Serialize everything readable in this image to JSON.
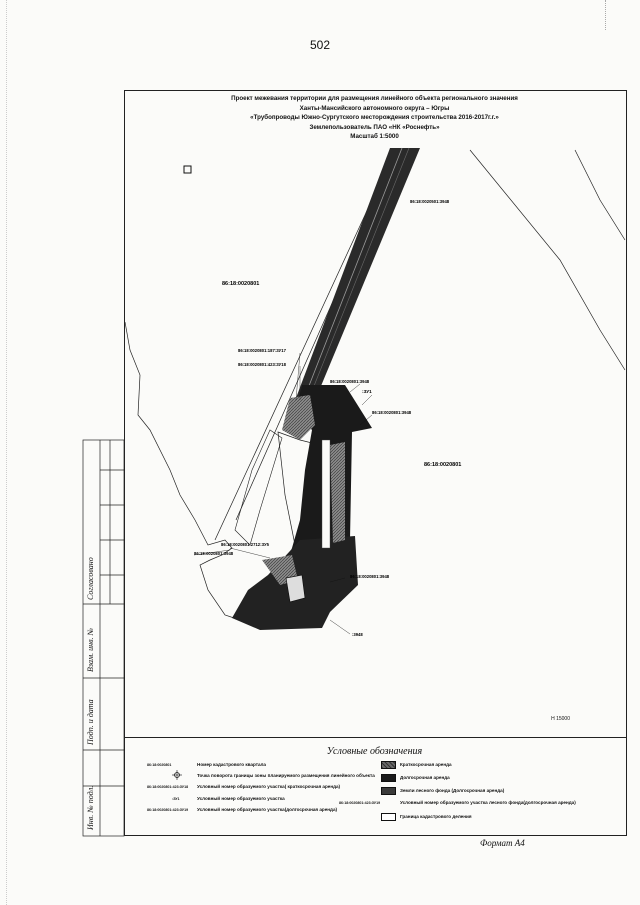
{
  "page": {
    "number": "502"
  },
  "header": {
    "lines": [
      "Проект межевания территории для размещения линейного объекта регионального значения",
      "Ханты-Мансийского автономного округа – Югры",
      "«Трубопроводы Южно-Сургутского месторождения строительства 2016-2017г.г.»",
      "Землепользователь ПАО «НК «Роснефть»",
      "Масштаб 1:5000"
    ]
  },
  "map": {
    "quarter_labels": [
      "86:18:0020801",
      "86:18:0020801"
    ],
    "parcel_labels": [
      "86:18:0020501:3948",
      "86:18:0020801:187:ЗУ17",
      "86:18:0020801:423:ЗУ18",
      "86:18:0020801:3948",
      ":ЗУ1",
      "86:18:0020801:3948",
      "86:18:0020801:2712:ЗУ5",
      "86:18:0020801:3948",
      "86:18:0020801:3948",
      ":3948"
    ],
    "sheet_number": "Н 15000"
  },
  "legend": {
    "title": "Условные обозначения",
    "left_items": [
      {
        "code": "86:18:0020801",
        "text": "Номер кадастрового квартала"
      },
      {
        "code": "",
        "text": "Точка поворота границы зоны планируемого размещения линейного объекта"
      },
      {
        "code": "86:18:0020801:423:ЗУ18",
        "text": "Условный номер образуемого участка( краткосрочная аренда)"
      },
      {
        "code": ":ЗУ1",
        "text": "Условный номер образуемого участка"
      },
      {
        "code": "86:18:0020801:423:ЗУ19",
        "text": "Условный номер образуемого участка(долгосрочная аренда)"
      }
    ],
    "right_items": [
      {
        "text": "Краткосрочная аренда",
        "fill": "#6a6a6a",
        "pattern": true
      },
      {
        "text": "Долгосрочная аренда",
        "fill": "#1a1a1a",
        "pattern": false
      },
      {
        "text": "Земли лесного фонда (Долгосрочная аренда)",
        "fill": "#3a3a3a",
        "pattern": false
      },
      {
        "text": "Условный номер образуемого участка лесного фонда(долгосрочная аренда)",
        "fill": "",
        "pattern": false,
        "code": "86:18:0020801:423:ЗУ19"
      },
      {
        "text": "Граница кадастрового деления",
        "fill": "#ffffff",
        "pattern": false
      }
    ]
  },
  "side_table": {
    "labels": [
      "Согласовано",
      "Взам. инв. №",
      "Подп. и дата",
      "Инв. № подл."
    ]
  },
  "footer": {
    "format": "Формат А4"
  },
  "colors": {
    "long_term": "#1a1a1a",
    "short_term": "#6a6a6a",
    "forest": "#3a3a3a"
  }
}
